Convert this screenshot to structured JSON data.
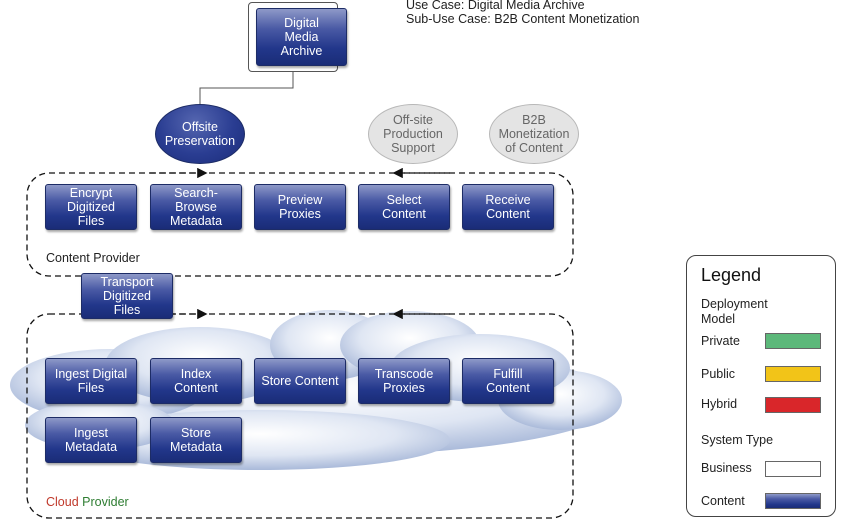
{
  "header": {
    "use_case": "Use Case: Digital Media Archive",
    "sub_use_case": "Sub-Use Case: B2B Content Monetization"
  },
  "top_node": {
    "label": "Digital\nMedia\nArchive"
  },
  "actors": {
    "offsite_preservation": "Offsite\nPreservation",
    "offsite_production_support": "Off-site\nProduction\nSupport",
    "b2b_monetization": "B2B\nMonetization\nof Content"
  },
  "content_provider": {
    "label": "Content Provider",
    "items": [
      "Encrypt\nDigitized\nFiles",
      "Search-\nBrowse\nMetadata",
      "Preview\nProxies",
      "Select\nContent",
      "Receive\nContent"
    ]
  },
  "transport": {
    "label": "Transport\nDigitized\nFiles"
  },
  "cloud_provider": {
    "label_word1": "Cloud",
    "label_word2": "Provider",
    "label_word1_color": "#c0392b",
    "label_word2_color": "#2e7d32",
    "row1": [
      "Ingest Digital\nFiles",
      "Index\nContent",
      "Store Content",
      "Transcode\nProxies",
      "Fulfill\nContent"
    ],
    "row2": [
      "Ingest\nMetadata",
      "Store\nMetadata"
    ]
  },
  "legend": {
    "title": "Legend",
    "deployment_model": "Deployment\nModel",
    "private": "Private",
    "public": "Public",
    "hybrid": "Hybrid",
    "system_type": "System Type",
    "business": "Business",
    "content": "Content",
    "colors": {
      "private": "#5cb87a",
      "public": "#f2c418",
      "hybrid": "#d9262a",
      "business": "#ffffff",
      "content": "#22378b"
    }
  }
}
